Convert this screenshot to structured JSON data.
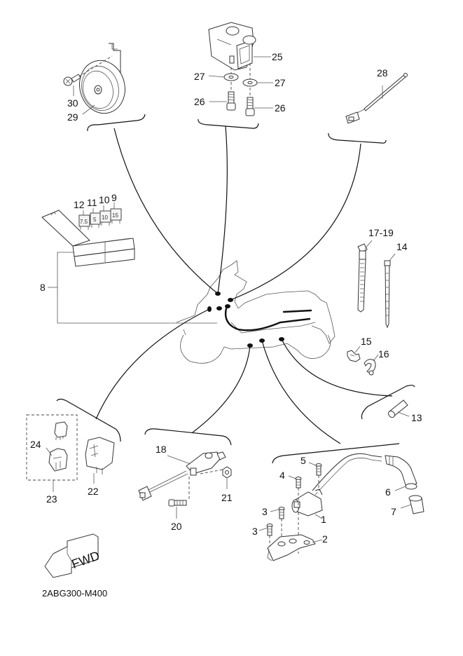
{
  "diagram": {
    "type": "exploded-parts-diagram",
    "drawing_code": "2ABG300-M400",
    "direction_marker": "FWD",
    "parts": [
      {
        "ref": "1",
        "name": "ignition coil"
      },
      {
        "ref": "2",
        "name": "coil bracket"
      },
      {
        "ref": "3",
        "name": "bolt"
      },
      {
        "ref": "4",
        "name": "bolt"
      },
      {
        "ref": "5",
        "name": "bolt"
      },
      {
        "ref": "6",
        "name": "spark plug cap"
      },
      {
        "ref": "7",
        "name": "cap cover"
      },
      {
        "ref": "8",
        "name": "fuse box"
      },
      {
        "ref": "9",
        "name": "fuse",
        "rating": "15"
      },
      {
        "ref": "10",
        "name": "fuse",
        "rating": "10"
      },
      {
        "ref": "11",
        "name": "fuse",
        "rating": "5"
      },
      {
        "ref": "12",
        "name": "fuse",
        "rating": "7.5"
      },
      {
        "ref": "13",
        "name": "sleeve"
      },
      {
        "ref": "14",
        "name": "cable tie"
      },
      {
        "ref": "15",
        "name": "clamp"
      },
      {
        "ref": "16",
        "name": "clamp"
      },
      {
        "ref": "17-19",
        "name": "band"
      },
      {
        "ref": "20",
        "name": "bolt"
      },
      {
        "ref": "21",
        "name": "nut"
      },
      {
        "ref": "22",
        "name": "relay"
      },
      {
        "ref": "23",
        "name": "relay assembly"
      },
      {
        "ref": "24",
        "name": "relay holder"
      },
      {
        "ref": "25",
        "name": "sensor"
      },
      {
        "ref": "26",
        "name": "bolt"
      },
      {
        "ref": "27",
        "name": "washer"
      },
      {
        "ref": "28",
        "name": "lead wire"
      },
      {
        "ref": "29",
        "name": "horn"
      },
      {
        "ref": "30",
        "name": "bolt"
      }
    ],
    "labels": {
      "l1": "1",
      "l2": "2",
      "l3a": "3",
      "l3b": "3",
      "l4": "4",
      "l5": "5",
      "l6": "6",
      "l7": "7",
      "l8": "8",
      "l9": "9",
      "l10": "10",
      "l11": "11",
      "l12": "12",
      "l13": "13",
      "l14": "14",
      "l15": "15",
      "l16": "16",
      "l17": "17-19",
      "l18": "18",
      "l20": "20",
      "l21": "21",
      "l22": "22",
      "l23": "23",
      "l24": "24",
      "l25": "25",
      "l26a": "26",
      "l26b": "26",
      "l27a": "27",
      "l27b": "27",
      "l28": "28",
      "l29": "29",
      "l30": "30"
    },
    "fuse_ratings": {
      "f12": "7.5",
      "f11": "5",
      "f10": "10",
      "f9": "15"
    }
  }
}
